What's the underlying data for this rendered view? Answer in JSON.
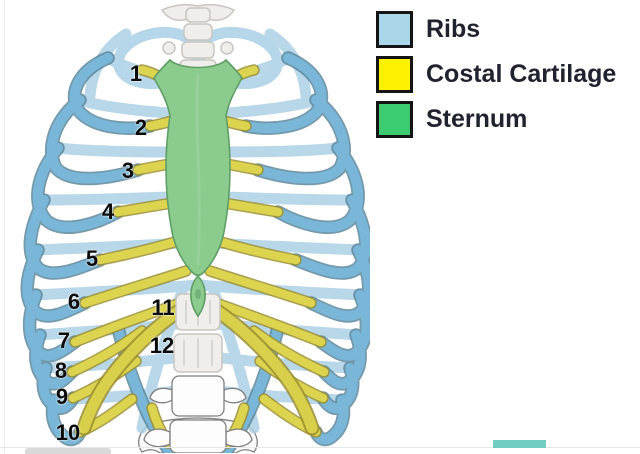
{
  "diagram": {
    "name": "rib-cage-anatomy-diagram",
    "rib_labels": [
      {
        "text": "1"
      },
      {
        "text": "2"
      },
      {
        "text": "3"
      },
      {
        "text": "4"
      },
      {
        "text": "5"
      },
      {
        "text": "6"
      },
      {
        "text": "7"
      },
      {
        "text": "8"
      },
      {
        "text": "9"
      },
      {
        "text": "10"
      },
      {
        "text": "11"
      },
      {
        "text": "12"
      }
    ],
    "colors": {
      "rib_blue": "#7ab6d7",
      "cartilage_yellow": "#dcd44e",
      "sternum_green": "#8ccb8e"
    }
  },
  "legend": {
    "items": [
      {
        "label": "Ribs",
        "color": "#a9d6e9"
      },
      {
        "label": "Costal Cartilage",
        "color": "#fff200"
      },
      {
        "label": "Sternum",
        "color": "#3dcb72"
      }
    ]
  }
}
